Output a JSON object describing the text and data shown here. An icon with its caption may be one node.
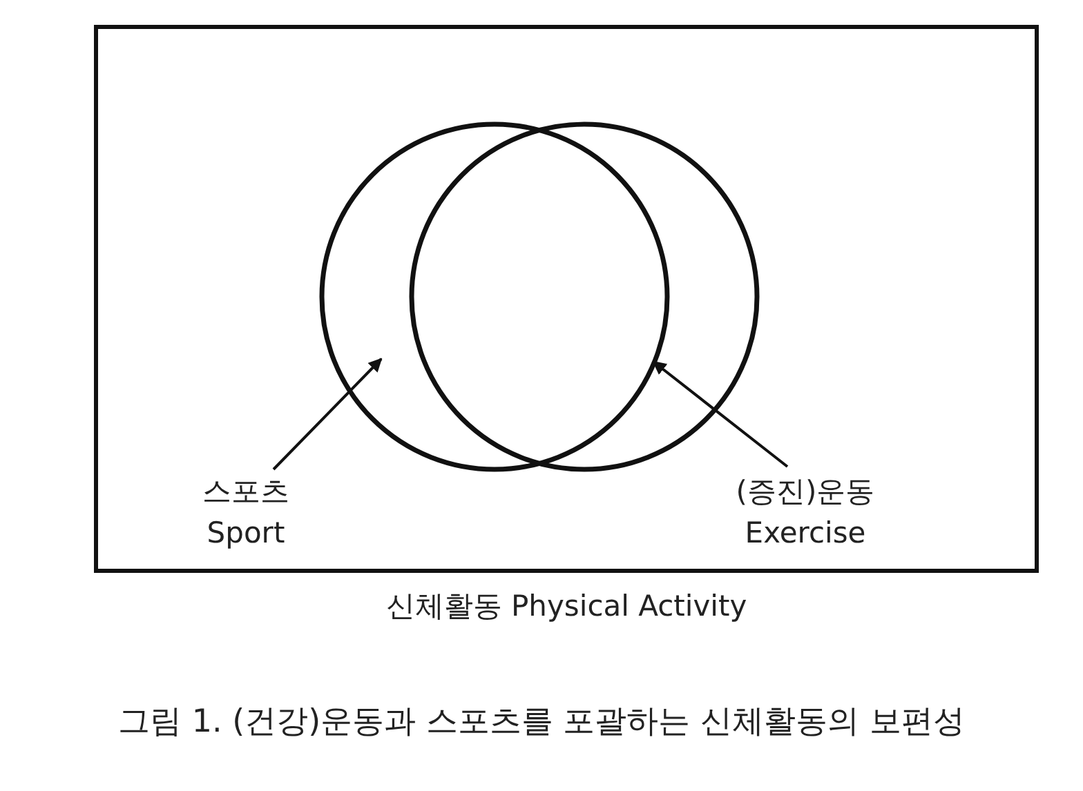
{
  "diagram": {
    "caption": "그림 1. (건강)운동과 스포츠를 포괄하는 신체활동의 보편성",
    "nodes": [
      {
        "text": [
          "신체활동 Physical Activity"
        ]
      },
      {
        "text": [],
        "shape": "circle",
        "in": 0
      },
      {
        "text": [],
        "shape": "circle",
        "in": 0
      },
      {
        "text": [
          "스포츠 Sport"
        ],
        "in": 0
      },
      {
        "text": [
          "(증진)운동 Exercise"
        ],
        "in": 0
      }
    ],
    "edges": [
      {
        "from": 3,
        "to": 1,
        "arrow": "to"
      },
      {
        "from": 4,
        "to": 2,
        "arrow": "to"
      }
    ]
  }
}
